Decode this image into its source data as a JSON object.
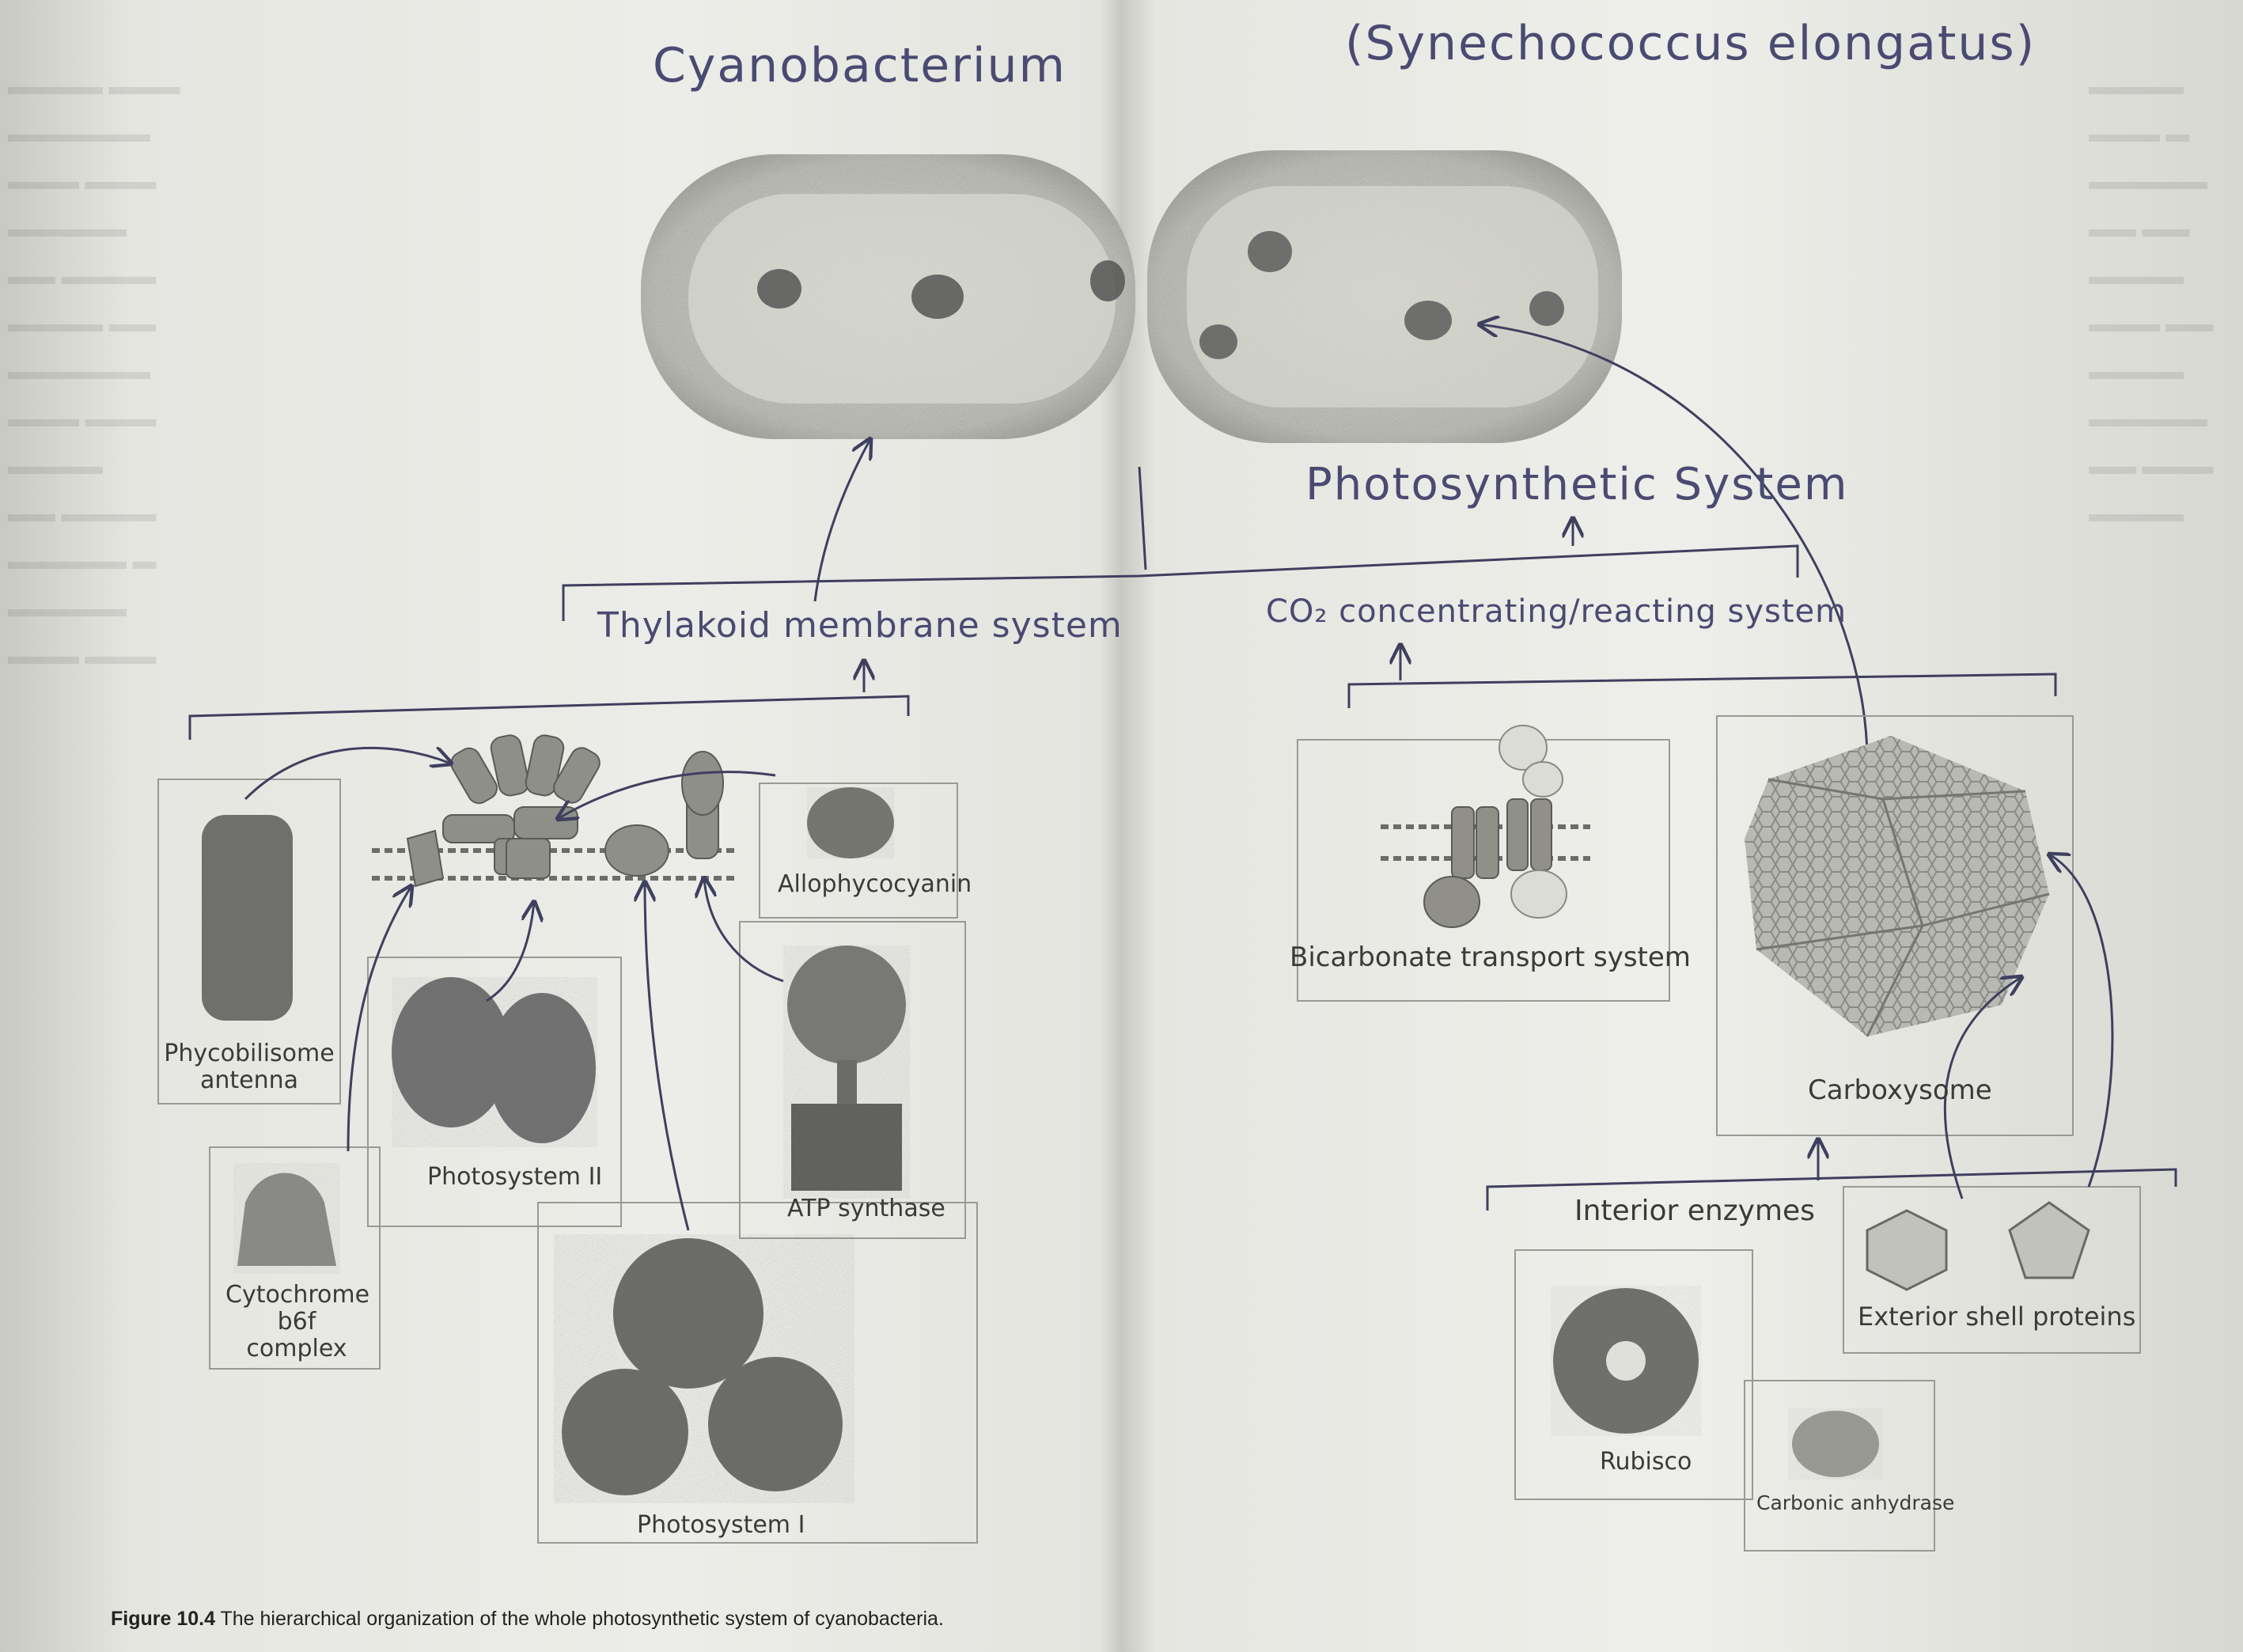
{
  "title_left": "Cyanobacterium",
  "title_right": "(Synechococcus elongatus)",
  "labels": {
    "photosynthetic_system": "Photosynthetic System",
    "thylakoid_membrane_system": "Thylakoid membrane system",
    "co2_system": "CO₂ concentrating/reacting system",
    "phycobilisome": "Phycobilisome antenna",
    "photosystem_ii": "Photosystem II",
    "allophycocyanin": "Allophycocyanin",
    "atp_synthase": "ATP synthase",
    "cytochrome": "Cytochrome b6f complex",
    "photosystem_i": "Photosystem I",
    "bicarbonate": "Bicarbonate transport system",
    "carboxysome": "Carboxysome",
    "interior_enzymes": "Interior enzymes",
    "exterior_shell": "Exterior shell proteins",
    "rubisco": "Rubisco",
    "carbonic_anhydrase": "Carbonic anhydrase"
  },
  "caption": {
    "figure_number": "Figure 10.4",
    "text": "The hierarchical organization of the whole photosynthetic system of cyanobacteria."
  }
}
